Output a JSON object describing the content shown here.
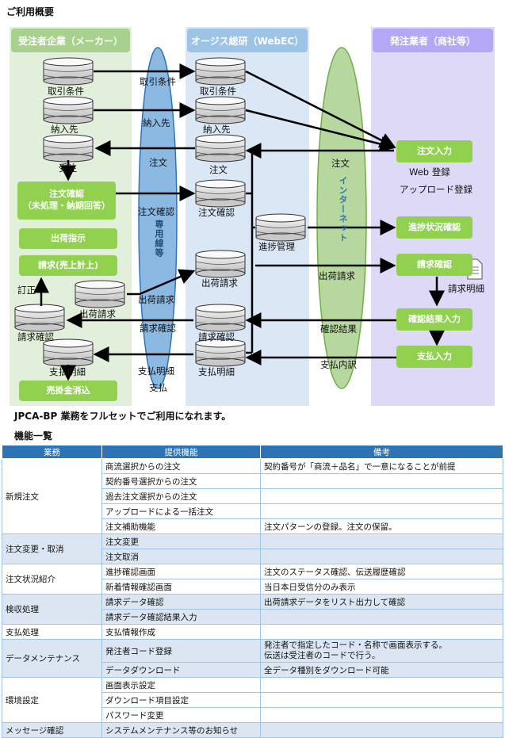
{
  "overview_title": "ご利用概要",
  "lanes": {
    "maker": "受注者企業（メーカー）",
    "webec": "オージス総研（WebEC）",
    "buyer": "発注業者（商社等）"
  },
  "maker": {
    "terms": "取引条件",
    "dest": "納入先",
    "order": "受注",
    "confirm_btn": "注文確認\n（未処理・納期回答）",
    "ship_btn": "出荷指示",
    "invoice_btn": "請求(売上計上)",
    "correction": "訂正",
    "ship_request": "出荷請求",
    "invoice_confirm": "請求確認",
    "payment_detail": "支払明細",
    "receivable_btn": "売掛金消込"
  },
  "leased_line": {
    "label": "専用線等",
    "terms": "取引条件",
    "dest": "納入先",
    "order": "注文",
    "confirm": "注文確認",
    "ship": "出荷請求",
    "invoice": "請求確認",
    "pay_detail": "支払明細",
    "payment": "支払"
  },
  "webec": {
    "terms": "取引条件",
    "dest": "納入先",
    "order": "注文",
    "confirm": "注文確認",
    "progress": "進捗管理",
    "ship": "出荷請求",
    "invoice": "請求確認",
    "pay": "支払明細"
  },
  "internet": {
    "label": "インターネット",
    "order": "注文",
    "ship": "出荷請求",
    "result": "確認結果",
    "pay": "支払内訳"
  },
  "buyer": {
    "order_input": "注文入力",
    "web_entry": "Web 登録",
    "upload": "アップロード登録",
    "progress_btn": "進捗状況確認",
    "invoice_btn": "請求確認",
    "invoice_detail": "請求明細",
    "result_btn": "確認結果入力",
    "payment_btn": "支払入力"
  },
  "bp_note": "JPCA-BP 業務をフルセットでご利用になれます。",
  "func_title": "機能一覧",
  "table": {
    "headers": [
      "業務",
      "提供機能",
      "備考"
    ],
    "rows": [
      {
        "cat": "新規注文",
        "span": 5,
        "f": "商流選択からの注文",
        "n": "契約番号が「商流＋品名」で一意になることが前提"
      },
      {
        "f": "契約番号選択からの注文",
        "n": ""
      },
      {
        "f": "過去注文選択からの注文",
        "n": ""
      },
      {
        "f": "アップロードによる一括注文",
        "n": ""
      },
      {
        "f": "注文補助機能",
        "n": "注文パターンの登録。注文の保留。"
      },
      {
        "cat": "注文変更・取消",
        "span": 2,
        "f": "注文変更",
        "n": ""
      },
      {
        "f": "注文取消",
        "n": ""
      },
      {
        "cat": "注文状況紹介",
        "span": 2,
        "f": "進捗確認画面",
        "n": "注文のステータス確認、伝送履歴確認"
      },
      {
        "f": "新着情報確認画面",
        "n": "当日本日受信分のみ表示"
      },
      {
        "cat": "検収処理",
        "span": 2,
        "f": "請求データ確認",
        "n": "出荷請求データをリスト出力して確認"
      },
      {
        "f": "請求データ確認結果入力",
        "n": ""
      },
      {
        "cat": "支払処理",
        "span": 1,
        "f": "支払情報作成",
        "n": ""
      },
      {
        "cat": "データメンテナンス",
        "span": 2,
        "f": "発注者コード登録",
        "n": "発注者で指定したコード・名称で画面表示する。\n伝送は受注者のコードで行う。"
      },
      {
        "f": "データダウンロード",
        "n": "全データ種別をダウンロード可能"
      },
      {
        "cat": "環境設定",
        "span": 3,
        "f": "画面表示設定",
        "n": ""
      },
      {
        "f": "ダウンロード項目設定",
        "n": ""
      },
      {
        "f": "パスワード変更",
        "n": ""
      },
      {
        "cat": "メッセージ確認",
        "span": 1,
        "f": "システムメンテナンス等のお知らせ",
        "n": ""
      }
    ]
  }
}
